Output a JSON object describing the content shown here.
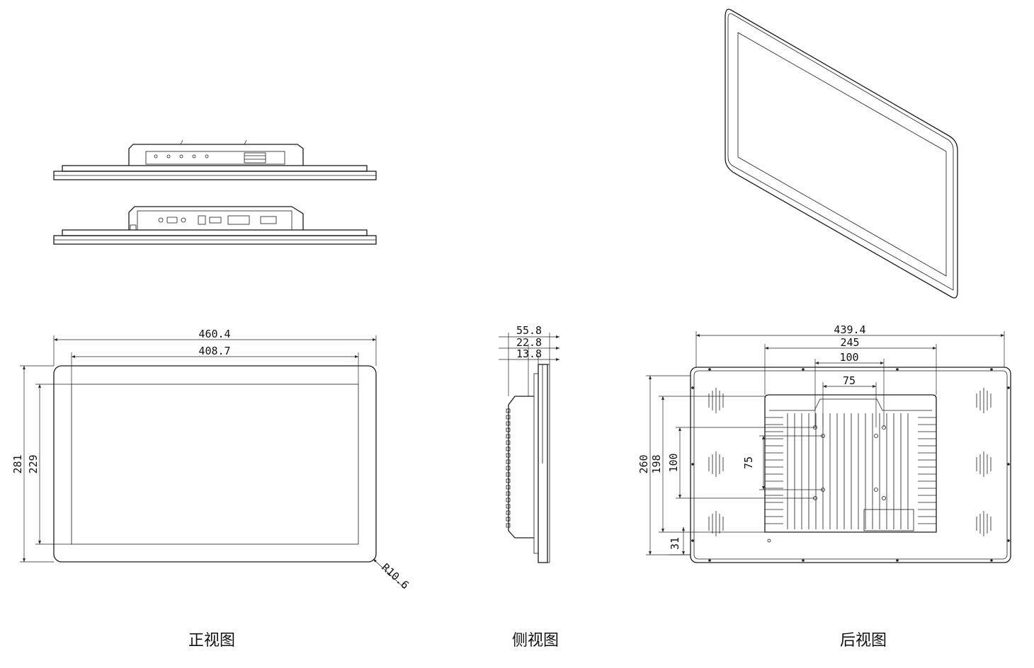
{
  "captions": {
    "front": "正视图",
    "side": "侧视图",
    "back": "后视图"
  },
  "front_dims": {
    "outer_width": "460.4",
    "inner_width": "408.7",
    "outer_height": "281",
    "inner_height": "229",
    "corner_radius": "R10.6"
  },
  "side_dims": {
    "total_depth": "55.8",
    "mid_depth": "22.8",
    "bezel_depth": "13.8"
  },
  "back_dims": {
    "width": "439.4",
    "mount_span": "245",
    "vesa_100_h": "100",
    "vesa_75_h": "75",
    "height": "260",
    "mount_height": "198",
    "vesa_100_v": "100",
    "vesa_75_v": "75",
    "bottom_offset": "31"
  }
}
